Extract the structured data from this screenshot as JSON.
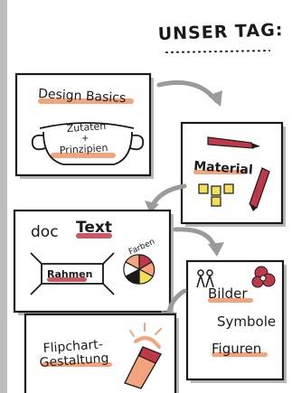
{
  "header": {
    "title": "UNSER TAG:"
  },
  "panels": {
    "design": {
      "title": "Design Basics",
      "line2": "Zutaten",
      "plus": "+",
      "line3": "Prinzipien"
    },
    "material": {
      "title": "Material"
    },
    "doc": {
      "word1": "doc",
      "word2": "Text",
      "frame_label": "Rahmen",
      "colors_label": "Farben"
    },
    "media": {
      "line1": "Bilder",
      "line2": "Symbole",
      "line3": "Figuren"
    },
    "flipchart": {
      "line1": "Flipchart-",
      "line2": "Gestaltung"
    }
  },
  "colors": {
    "ink": "#1a1a1a",
    "highlight": "#f3a47c",
    "marker_red": "#c0394a",
    "sticky_yellow": "#f2de57",
    "shadow_gray": "#b8b8b8"
  },
  "icons": [
    "marker-icon",
    "sticky-notes-icon",
    "color-wheel-icon",
    "people-icon",
    "flower-icon",
    "marker-drawing-icon",
    "arrow-icon"
  ]
}
